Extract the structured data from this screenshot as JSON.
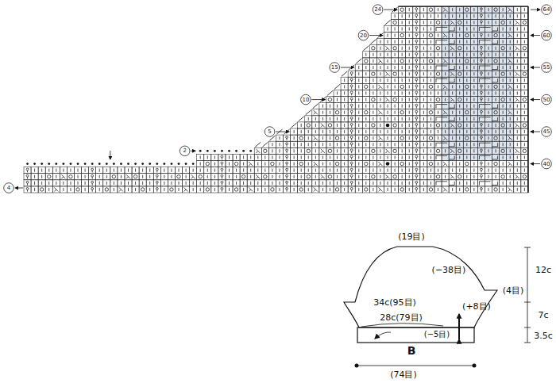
{
  "diagram": {
    "labels": [
      "4",
      "2",
      "5",
      "10",
      "15",
      "20",
      "24",
      "64",
      "60",
      "55",
      "50",
      "45",
      "40",
      "(19目)",
      "12c",
      "(−38目)",
      "(4目)",
      "34c(95目)",
      "(+8目)",
      "7c",
      "28c(79目)",
      "(−5目)",
      "3.5c",
      "B",
      "(74目)"
    ]
  }
}
